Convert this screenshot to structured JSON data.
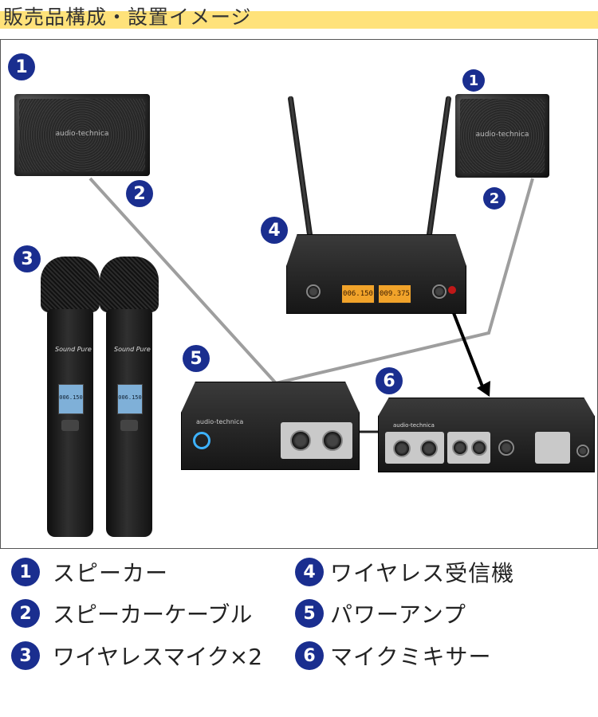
{
  "title": "販売品構成・設置イメージ",
  "colors": {
    "badge": "#1a2e8f",
    "highlight": "#ffe27a",
    "cable_gray": "#9e9e9e",
    "arrow": "#000000"
  },
  "diagram": {
    "badges": {
      "speaker_left": "1",
      "speaker_right": "1",
      "cable_left": "2",
      "cable_right": "2",
      "mics": "3",
      "receiver": "4",
      "amp": "5",
      "mixer": "6"
    },
    "speaker_logo": "audio-technica",
    "mic_brand": "Sound Pure",
    "receiver_display_a": "006.150",
    "receiver_display_b": "009.375",
    "mic_display": "006.150",
    "amp_logo": "audio-technica",
    "mixer_logo": "audio-technica"
  },
  "legend": [
    {
      "num": "1",
      "label": "スピーカー"
    },
    {
      "num": "2",
      "label": "スピーカーケーブル"
    },
    {
      "num": "3",
      "label": "ワイヤレスマイク×2"
    },
    {
      "num": "4",
      "label": "ワイヤレス受信機"
    },
    {
      "num": "5",
      "label": "パワーアンプ"
    },
    {
      "num": "6",
      "label": "マイクミキサー"
    }
  ]
}
